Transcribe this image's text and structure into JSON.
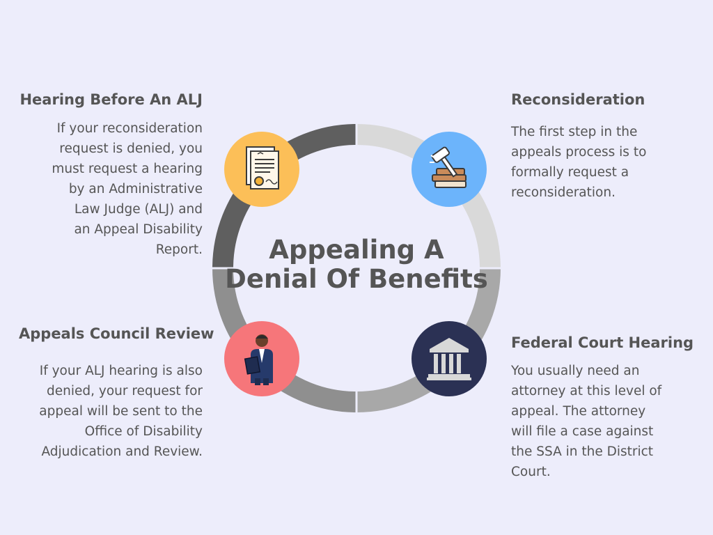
{
  "title": {
    "line1": "Appealing A",
    "line2": "Denial Of Benefits"
  },
  "colors": {
    "background": "#ededfb",
    "text": "#555555",
    "ring_dark": "#5f5f5f",
    "ring_light": "#d9d9d9",
    "ring_mid": "#a8a8a8",
    "ring_mid2": "#8f8f8f",
    "circle_hearing": "#fcbf58",
    "circle_reconsideration": "#6cb4fb",
    "circle_appeals": "#f6767a",
    "circle_federal": "#2b3154"
  },
  "steps": [
    {
      "id": "hearing",
      "heading": "Hearing Before An ALJ",
      "lines": [
        "If your reconsideration",
        "request is denied, you",
        "must request a hearing",
        "by an Administrative",
        "Law Judge (ALJ) and",
        "an Appeal Disability",
        "Report."
      ],
      "icon": "legal-document-icon"
    },
    {
      "id": "reconsideration",
      "heading": "Reconsideration",
      "lines": [
        "The first step in the",
        "appeals process is to",
        "formally request a",
        "reconsideration."
      ],
      "icon": "gavel-books-icon"
    },
    {
      "id": "appeals",
      "heading": "Appeals Council Review",
      "lines": [
        "If your ALJ hearing is also",
        "denied, your request for",
        "appeal will be sent to the",
        "Office of Disability",
        "Adjudication and Review."
      ],
      "icon": "lawyer-reading-icon"
    },
    {
      "id": "federal",
      "heading": "Federal Court Hearing",
      "lines": [
        "You usually need an",
        "attorney at this level of",
        "appeal. The attorney",
        "will file a case against",
        "the SSA in the District",
        "Court."
      ],
      "icon": "courthouse-icon"
    }
  ]
}
